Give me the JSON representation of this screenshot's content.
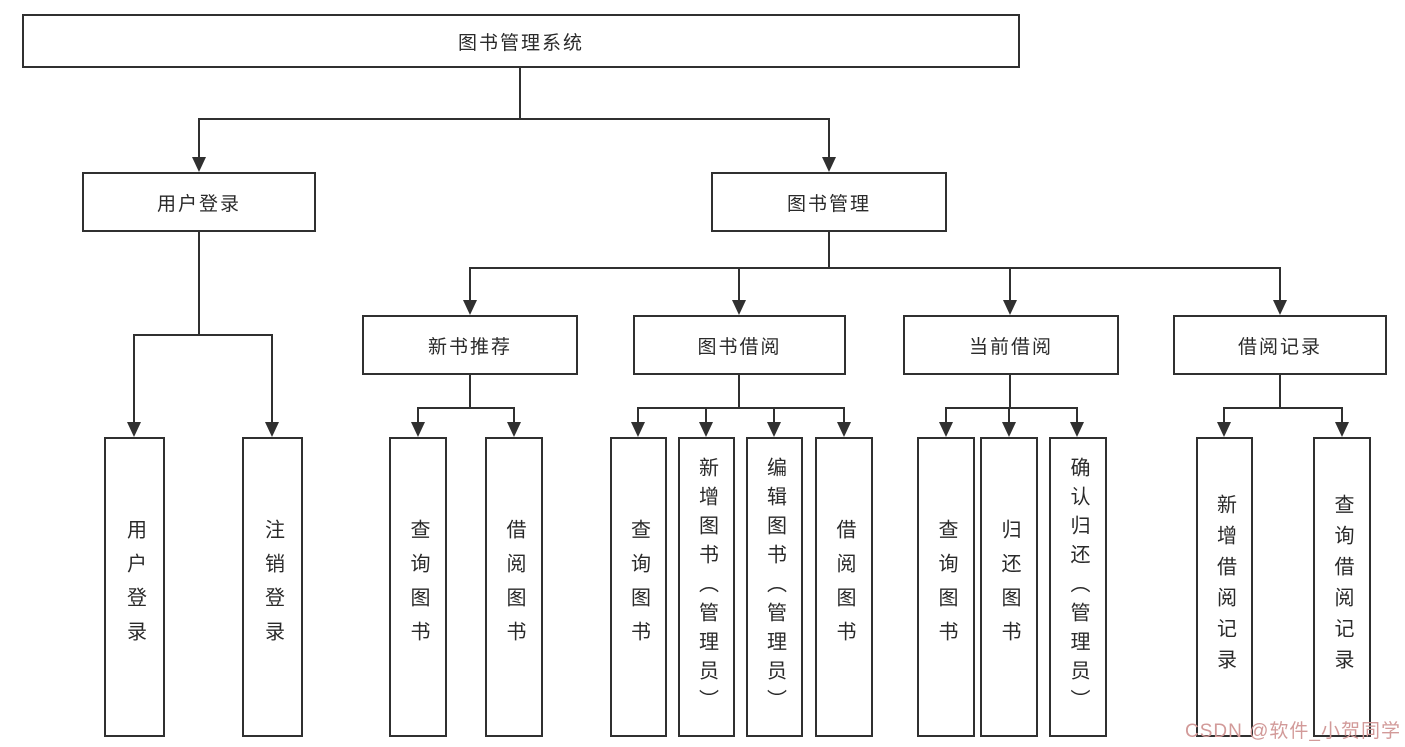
{
  "nodes": {
    "root": "图书管理系统",
    "user_login": "用户登录",
    "book_mgmt": "图书管理",
    "new_book_rec": "新书推荐",
    "book_borrow": "图书借阅",
    "current_borrow": "当前借阅",
    "borrow_records": "借阅记录",
    "ul_user_login": "用户登录",
    "ul_logout": "注销登录",
    "nbr_query_book": "查询图书",
    "nbr_borrow_book": "借阅图书",
    "bb_query_book": "查询图书",
    "bb_add_book": "新增图书（管理员）",
    "bb_edit_book": "编辑图书（管理员）",
    "bb_borrow_book": "借阅图书",
    "cb_query_book": "查询图书",
    "cb_return_book": "归还图书",
    "cb_confirm_return": "确认归还（管理员）",
    "br_add_record": "新增借阅记录",
    "br_query_record": "查询借阅记录"
  },
  "watermark": "CSDN @软件_小贺同学",
  "colors": {
    "line": "#303030",
    "box_border": "#303030",
    "text": "#2a2a2a",
    "background": "#ffffff",
    "watermark": "#d29a99"
  }
}
